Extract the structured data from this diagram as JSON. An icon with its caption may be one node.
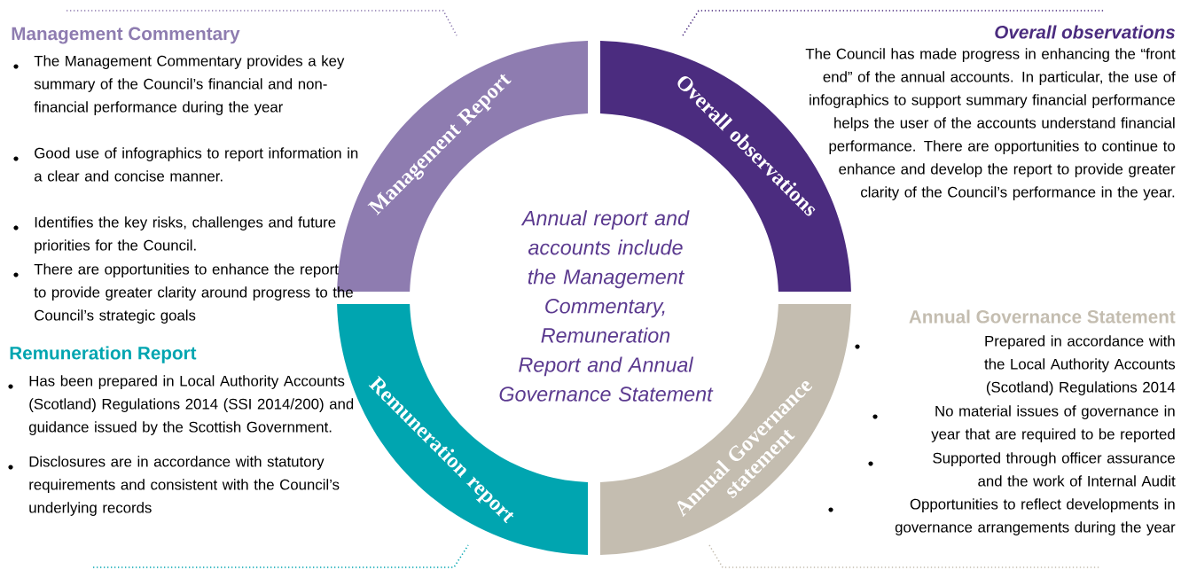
{
  "diagram": {
    "nodes": [
      {
        "text": [
          "Management Report"
        ]
      },
      {
        "text": [
          "Overall observations"
        ]
      },
      {
        "text": [
          "Remuneration report"
        ]
      },
      {
        "text": [
          "Annual Governance statement"
        ]
      }
    ],
    "labels": [
      "Management Commentary",
      "The Management Commentary provides a key summary of the Council’s financial and non-financial performance during the year",
      "Good use of infographics to report information in a clear and concise manner.",
      "Identifies the key risks, challenges and future priorities for the Council.",
      "There are opportunities to enhance the report to provide greater clarity around progress to the Council’s strategic goals",
      "Overall observations",
      "The Council has made progress in enhancing the “front end” of the annual accounts. In particular, the use of infographics to support summary financial performance helps the user of the accounts understand financial performance. There are opportunities to continue to enhance and develop the report to provide greater clarity of the Council’s performance in the year.",
      "Remuneration Report",
      "Has been prepared in Local Authority Accounts (Scotland) Regulations 2014 (SSI 2014/200) and guidance issued by the Scottish Government.",
      "Disclosures are in accordance with statutory requirements and consistent with the Council’s underlying records",
      "Annual Governance Statement",
      "Prepared in accordance with the Local Authority Accounts (Scotland) Regulations 2014",
      "No material issues of governance in year that are required to be reported",
      "Supported through officer assurance and the work of Internal Audit",
      "Opportunities to reflect developments in governance arrangements during the year",
      "Annual report and accounts include the Management Commentary, Remuneration Report and Annual Governance Statement"
    ]
  }
}
